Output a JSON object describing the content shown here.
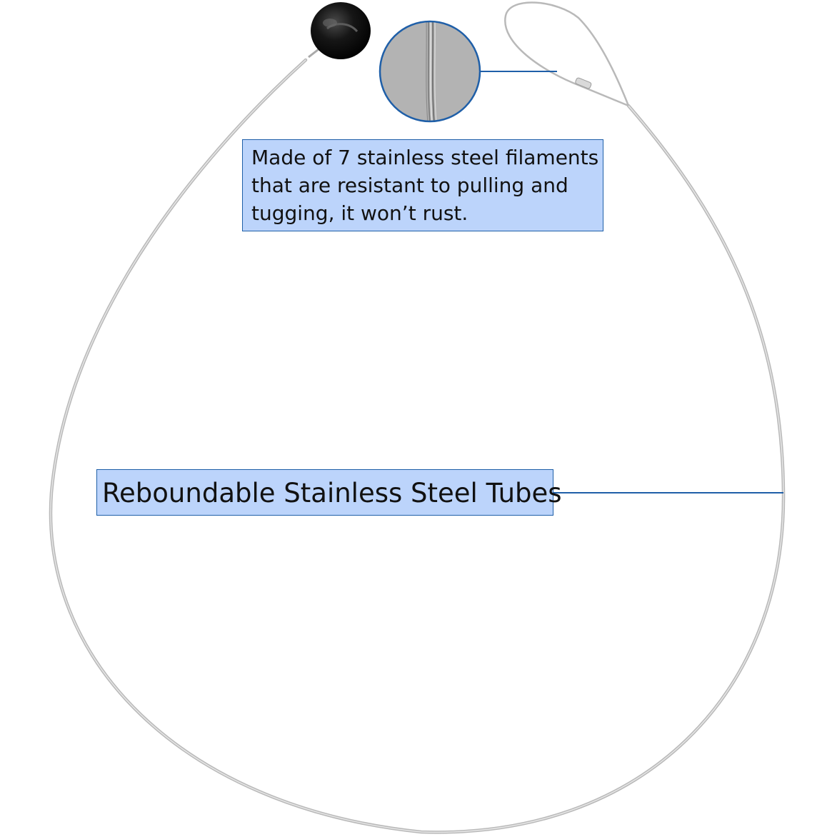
{
  "callouts": {
    "filaments": {
      "lines": [
        "Made of 7 stainless steel filaments",
        "that are resistant to pulling and",
        "tugging, it won’t rust."
      ]
    },
    "tubes": {
      "label": "Reboundable Stainless Steel Tubes"
    }
  },
  "colors": {
    "callout_fill": "#bcd4fb",
    "callout_border": "#1f5fa8",
    "leader_line": "#1f5fa8",
    "wire": "#b9b9b9",
    "ball": "#111111",
    "zoom_fill": "#b3b3b3"
  },
  "icons": {
    "end_cap": "black-ball-end-cap-icon",
    "zoom": "filament-magnifier-icon",
    "loop": "wire-loop-icon"
  }
}
